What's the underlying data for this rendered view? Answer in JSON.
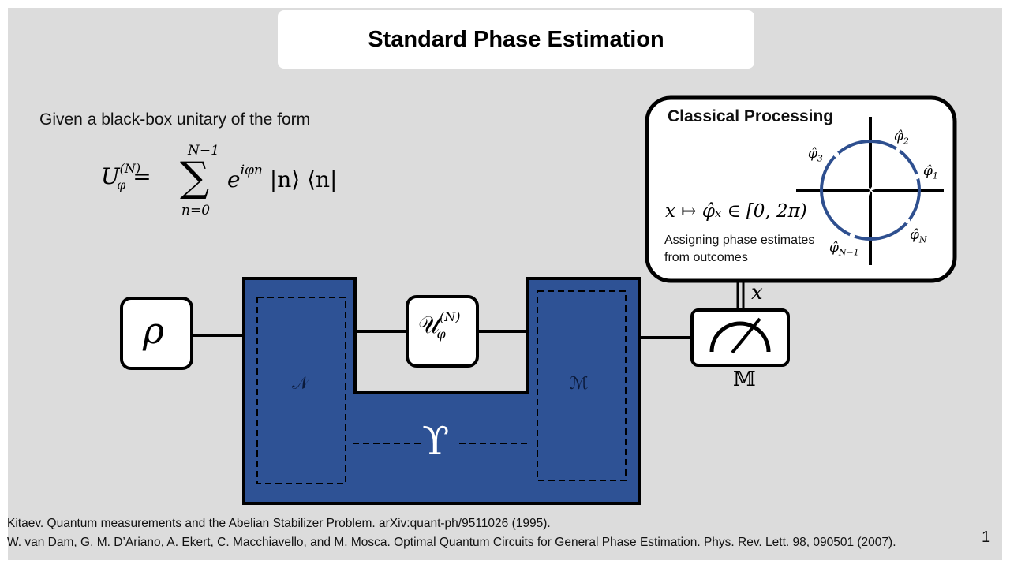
{
  "slide": {
    "title": "Standard Phase Estimation",
    "intro_text": "Given a black-box unitary of the form",
    "equation": {
      "lhs_base": "U",
      "lhs_super": "(N)",
      "lhs_sub": "φ",
      "equals": "=",
      "sum_symbol": "∑",
      "sum_upper": "N−1",
      "sum_lower": "n=0",
      "term_base": "e",
      "term_exponent": "iφn",
      "term_rest": "|n⟩ ⟨n|"
    },
    "diagram": {
      "state_label": "ρ",
      "encoder_label": "𝒩",
      "unitary_label_base": "𝒰",
      "unitary_label_super": "(N)",
      "unitary_label_sub": "φ",
      "decoder_label": "ℳ",
      "channel_label": "ϒ",
      "measurement_label": "𝕄",
      "outcome_label": "x",
      "colors": {
        "block_fill": "#2e5295",
        "circle_stroke": "#2e4f8f",
        "box_fill": "#ffffff",
        "line": "#000000"
      }
    },
    "classical_processing": {
      "title": "Classical Processing",
      "mapping": "x ↦ φ̂ₓ ∈ [0, 2π)",
      "description_line1": "Assigning phase estimates",
      "description_line2": "from outcomes",
      "phase_labels": [
        {
          "base": "φ̂",
          "sub": "2"
        },
        {
          "base": "φ̂",
          "sub": "3"
        },
        {
          "base": "φ̂",
          "sub": "1"
        },
        {
          "base": "φ̂",
          "sub": "N"
        },
        {
          "base": "φ̂",
          "sub": "N−1"
        }
      ]
    },
    "references": [
      "Kitaev. Quantum measurements and the Abelian Stabilizer Problem. arXiv:quant-ph/9511026 (1995).",
      "W. van Dam, G. M. D’Ariano, A. Ekert, C. Macchiavello, and M. Mosca. Optimal Quantum Circuits for General Phase Estimation. Phys. Rev. Lett. 98, 090501 (2007)."
    ],
    "page_number": "1"
  }
}
